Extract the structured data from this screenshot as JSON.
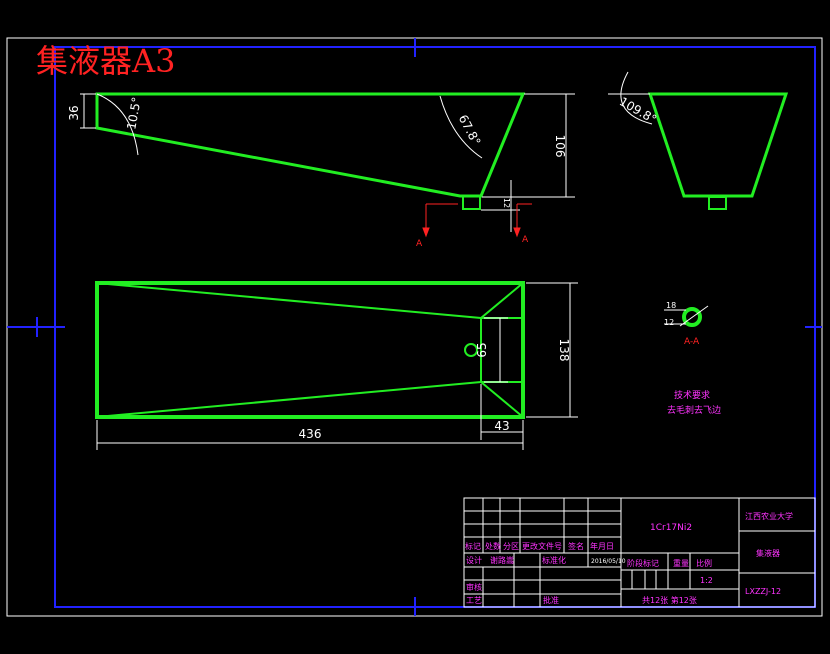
{
  "title": "集液器A3",
  "side_view": {
    "dim_height_left": "36",
    "dim_angle_left": "10.5°",
    "dim_angle_right": "67.8°",
    "dim_height_right": "106",
    "dim_outlet": "12",
    "section_mark": "A"
  },
  "end_view": {
    "dim_angle": "109.8°"
  },
  "plan_view": {
    "dim_length": "436",
    "dim_tail": "43",
    "dim_width": "138",
    "dim_inner": "65"
  },
  "section_aa": {
    "dim_a": "18",
    "dim_b": "12",
    "label": "A-A"
  },
  "tech_req": {
    "title": "技术要求",
    "line1": "去毛刺去飞边"
  },
  "title_block": {
    "material": "1Cr17Ni2",
    "org": "江西农业大学",
    "part_name": "集液器",
    "drawing_no": "LXZZJ-12",
    "scale": "1:2",
    "sheets": "共12张 第12张",
    "date": "2016/05/10",
    "row_headers": [
      "标记",
      "处数",
      "分区",
      "更改文件号",
      "签名",
      "年月日"
    ],
    "designer_label": "设计",
    "designer": "谢路嵩",
    "std_label": "标准化",
    "audit_label": "审核",
    "process_label": "工艺",
    "approve_label": "批准",
    "stage_label": "阶段标记",
    "weight_label": "重量",
    "scale_label": "比例"
  }
}
